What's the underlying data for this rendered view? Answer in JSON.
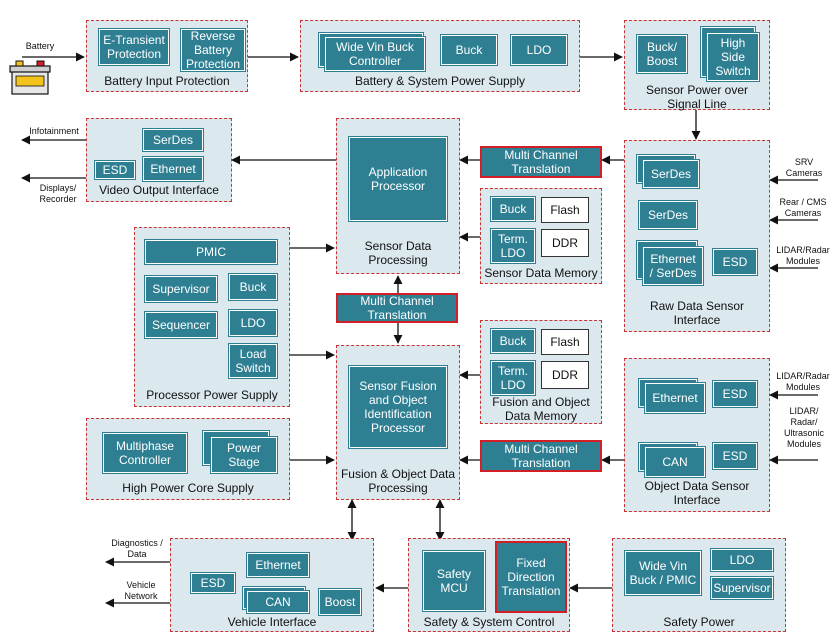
{
  "external": {
    "battery": "Battery",
    "infotainment": "Infotainment",
    "displays": "Displays/\nRecorder",
    "srv": "SRV\nCameras",
    "rear_cms": "Rear / CMS\nCameras",
    "lidar_radar_modules_1": "LIDAR/Radar\nModules",
    "lidar_radar_modules_2": "LIDAR/Radar\nModules",
    "lidar_radar_ultrasonic": "LIDAR/\nRadar/\nUltrasonic\nModules",
    "diagnostics": "Diagnostics /\nData",
    "vehicle_network": "Vehicle\nNetwork"
  },
  "battery_input": {
    "title": "Battery Input Protection",
    "e_transient": "E-Transient\nProtection",
    "reverse": "Reverse\nBattery\nProtection"
  },
  "system_supply": {
    "title": "Battery & System Power Supply",
    "wide_vin": "Wide Vin Buck\nController",
    "buck": "Buck",
    "ldo": "LDO"
  },
  "sensor_power": {
    "title": "Sensor Power over\nSignal Line",
    "buck_boost": "Buck/\nBoost",
    "high_side": "High\nSide\nSwitch"
  },
  "video_output": {
    "title": "Video Output Interface",
    "serdes": "SerDes",
    "esd": "ESD",
    "ethernet": "Ethernet"
  },
  "app_processor": {
    "title": "Sensor Data\nProcessing",
    "chip": "Application\nProcessor"
  },
  "translation": {
    "label": "Multi Channel\nTranslation"
  },
  "sensor_memory": {
    "title": "Sensor Data Memory",
    "buck": "Buck",
    "flash": "Flash",
    "term_ldo": "Term.\nLDO",
    "ddr": "DDR"
  },
  "raw_sensor": {
    "title": "Raw Data Sensor\nInterface",
    "serdes1": "SerDes",
    "serdes2": "SerDes",
    "eth_serdes": "Ethernet\n/ SerDes",
    "esd": "ESD"
  },
  "proc_power": {
    "title": "Processor Power Supply",
    "pmic": "PMIC",
    "supervisor": "Supervisor",
    "buck": "Buck",
    "sequencer": "Sequencer",
    "ldo": "LDO",
    "load_switch": "Load\nSwitch"
  },
  "fusion_memory": {
    "title": "Fusion and Object\nData Memory",
    "buck": "Buck",
    "flash": "Flash",
    "term_ldo": "Term.\nLDO",
    "ddr": "DDR"
  },
  "fusion": {
    "title": "Fusion & Object Data\nProcessing",
    "chip": "Sensor Fusion\nand Object\nIdentification\nProcessor"
  },
  "object_sensor": {
    "title": "Object Data Sensor\nInterface",
    "ethernet": "Ethernet",
    "esd1": "ESD",
    "can": "CAN",
    "esd2": "ESD"
  },
  "core_supply": {
    "title": "High Power Core Supply",
    "multiphase": "Multiphase\nController",
    "power_stage": "Power\nStage"
  },
  "vehicle": {
    "title": "Vehicle Interface",
    "ethernet": "Ethernet",
    "esd": "ESD",
    "can": "CAN",
    "boost": "Boost"
  },
  "safety_control": {
    "title": "Safety & System Control",
    "mcu": "Safety\nMCU",
    "fixed": "Fixed\nDirection\nTranslation"
  },
  "safety_power": {
    "title": "Safety Power",
    "wide_vin": "Wide Vin\nBuck / PMIC",
    "ldo": "LDO",
    "supervisor": "Supervisor"
  },
  "colors": {
    "chip": "#2f7f93",
    "block_bg": "#dbe8ee",
    "block_border": "#cc3333",
    "translation_border": "#d21f26"
  }
}
